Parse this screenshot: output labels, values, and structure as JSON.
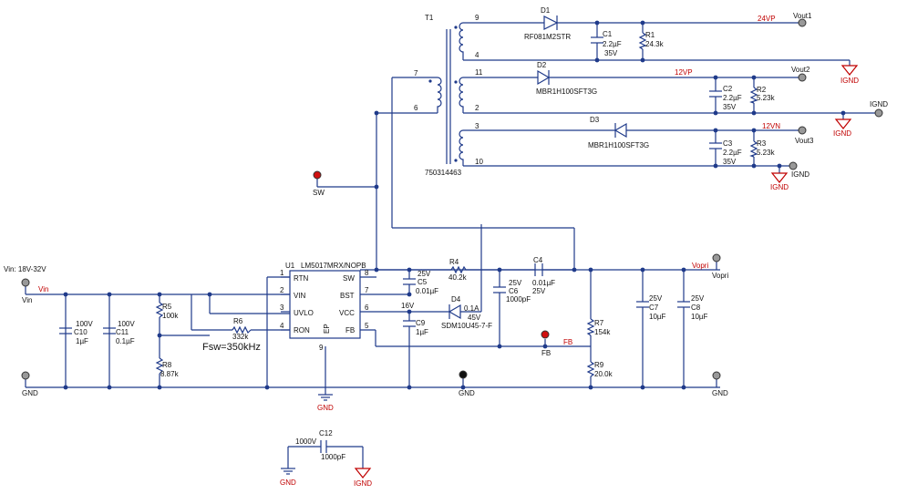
{
  "nets": {
    "vin_range": "Vin: 18V-32V",
    "vin": "Vin",
    "vin_net": "Vin",
    "gnd_left": "GND",
    "gnd_mid": "GND",
    "gnd_right": "GND",
    "sw": "SW",
    "vout1": "Vout1",
    "vout2": "Vout2",
    "vout3": "Vout3",
    "ignd_top": "IGND",
    "ignd_bottom": "IGND",
    "net_24vp": "24VP",
    "net_12vp": "12VP",
    "net_12vn": "12VN",
    "vopri_net": "Vopri",
    "vopri": "Vopri",
    "fb_net": "FB",
    "fb": "FB",
    "fsw": "Fsw=350kHz"
  },
  "ground_symbols": {
    "ignd_out1": "IGND",
    "ignd_out2": "IGND",
    "ignd_out3": "IGND",
    "gnd_ic": "GND",
    "gnd_bottom": "GND",
    "ignd_bottom": "IGND"
  },
  "transformer": {
    "ref": "T1",
    "part": "750314463",
    "pins": [
      "9",
      "4",
      "11",
      "2",
      "3",
      "10",
      "7",
      "6"
    ]
  },
  "ic": {
    "ref": "U1",
    "part": "LM5017MRX/NOPB",
    "left_pins": [
      {
        "num": "1",
        "name": "RTN"
      },
      {
        "num": "2",
        "name": "VIN"
      },
      {
        "num": "3",
        "name": "UVLO"
      },
      {
        "num": "4",
        "name": "RON"
      }
    ],
    "right_pins": [
      {
        "num": "8",
        "name": "SW"
      },
      {
        "num": "7",
        "name": "BST"
      },
      {
        "num": "6",
        "name": "VCC"
      },
      {
        "num": "5",
        "name": "FB"
      }
    ],
    "ep_pin": "9",
    "ep_name": "EP"
  },
  "diodes": {
    "d1": {
      "ref": "D1",
      "part": "RF081M2STR"
    },
    "d2": {
      "ref": "D2",
      "part": "MBR1H100SFT3G"
    },
    "d3": {
      "ref": "D3",
      "part": "MBR1H100SFT3G"
    },
    "d4": {
      "ref": "D4",
      "part": "SDM10U45-7-F",
      "current": "0.1A",
      "voltage": "45V"
    }
  },
  "capacitors": {
    "c1": {
      "ref": "C1",
      "value": "2.2µF",
      "voltage": "35V"
    },
    "c2": {
      "ref": "C2",
      "value": "2.2µF",
      "voltage": "35V"
    },
    "c3": {
      "ref": "C3",
      "value": "2.2µF",
      "voltage": "35V"
    },
    "c4": {
      "ref": "C4",
      "value": "0.01µF",
      "voltage": "25V"
    },
    "c5": {
      "ref": "C5",
      "value": "0.01µF",
      "voltage": "25V"
    },
    "c6": {
      "ref": "C6",
      "value": "1000pF",
      "voltage": "25V"
    },
    "c7": {
      "ref": "C7",
      "value": "10µF",
      "voltage": "25V"
    },
    "c8": {
      "ref": "C8",
      "value": "10µF",
      "voltage": "25V"
    },
    "c9": {
      "ref": "C9",
      "value": "1µF",
      "voltage": "16V"
    },
    "c10": {
      "ref": "C10",
      "value": "1µF",
      "voltage": "100V"
    },
    "c11": {
      "ref": "C11",
      "value": "0.1µF",
      "voltage": "100V"
    },
    "c12": {
      "ref": "C12",
      "value": "1000pF",
      "voltage": "1000V"
    }
  },
  "resistors": {
    "r1": {
      "ref": "R1",
      "value": "24.3k"
    },
    "r2": {
      "ref": "R2",
      "value": "5.23k"
    },
    "r3": {
      "ref": "R3",
      "value": "5.23k"
    },
    "r4": {
      "ref": "R4",
      "value": "40.2k"
    },
    "r5": {
      "ref": "R5",
      "value": "100k"
    },
    "r6": {
      "ref": "R6",
      "value": "332k"
    },
    "r7": {
      "ref": "R7",
      "value": "154k"
    },
    "r8": {
      "ref": "R8",
      "value": "8.87k"
    },
    "r9": {
      "ref": "R9",
      "value": "20.0k"
    }
  }
}
